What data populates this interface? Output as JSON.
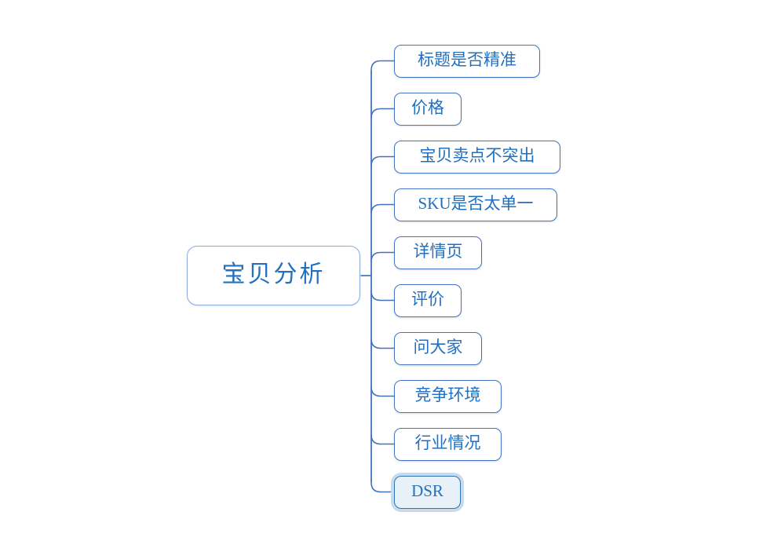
{
  "diagram": {
    "type": "mindmap",
    "root": {
      "label": "宝贝分析"
    },
    "children": [
      {
        "label": "标题是否精准",
        "selected": false
      },
      {
        "label": "价格",
        "selected": false
      },
      {
        "label": "宝贝卖点不突出",
        "selected": false
      },
      {
        "label": "SKU是否太单一",
        "selected": false
      },
      {
        "label": "详情页",
        "selected": false
      },
      {
        "label": "评价",
        "selected": false
      },
      {
        "label": "问大家",
        "selected": false
      },
      {
        "label": "竞争环境",
        "selected": false
      },
      {
        "label": "行业情况",
        "selected": false
      },
      {
        "label": "DSR",
        "selected": true
      }
    ],
    "colors": {
      "text": "#2270bf",
      "root_border": "#8faadc",
      "child_border": "#4472c4",
      "connector": "#4374bb",
      "selected_fill": "#e8f1f8",
      "selected_border": "#2e75b6",
      "selection_halo": "#c9daeb",
      "background": "#ffffff"
    }
  }
}
